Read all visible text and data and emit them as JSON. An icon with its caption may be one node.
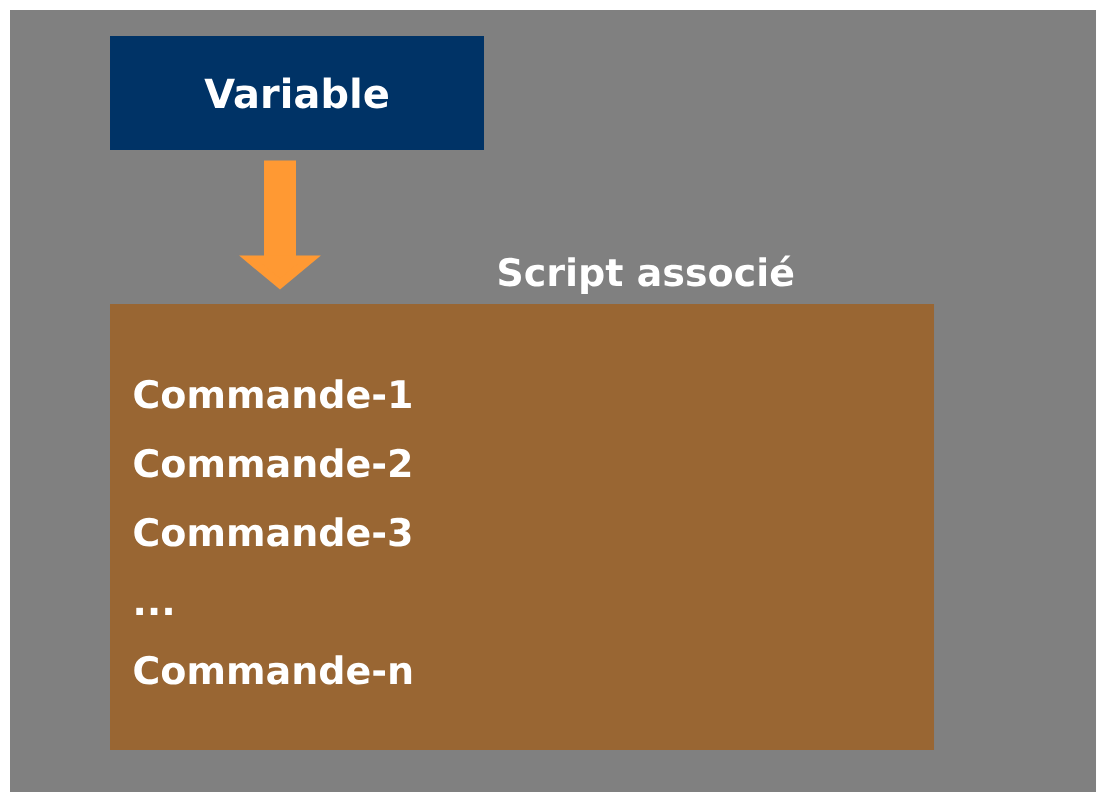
{
  "diagram": {
    "nodes": [
      {
        "text": [
          "Variable"
        ]
      },
      {
        "text": [
          "Script associé",
          "Commande-1",
          "Commande-2",
          "Commande-3",
          "...",
          "Commande-n"
        ]
      }
    ],
    "edges": [
      {
        "from": 0,
        "to": 1,
        "arrow": "to",
        "color": "#ff9933"
      }
    ]
  }
}
